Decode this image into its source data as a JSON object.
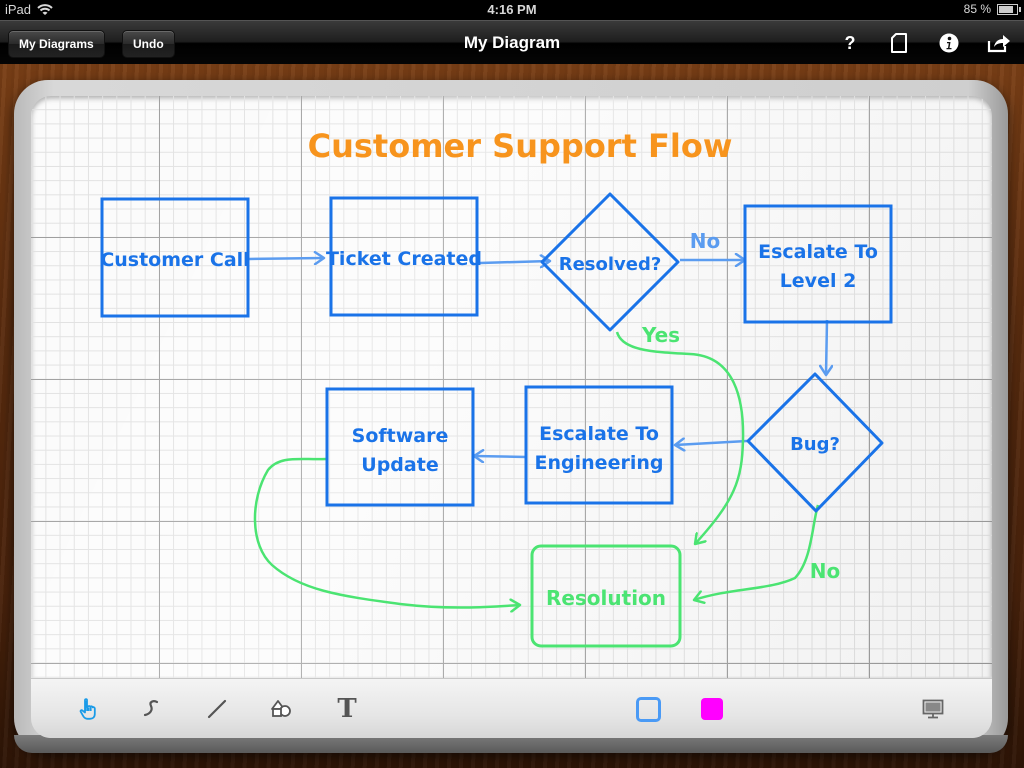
{
  "status_bar": {
    "device": "iPad",
    "time": "4:16 PM",
    "battery": "85 %",
    "battery_level": 0.85
  },
  "nav": {
    "title": "My Diagram",
    "left_buttons": [
      "My Diagrams",
      "Undo"
    ],
    "right_icons": [
      "help-icon",
      "page-icon",
      "info-icon",
      "share-icon"
    ],
    "help_glyph": "?"
  },
  "diagram": {
    "title": "Customer Support Flow",
    "colors": {
      "title": "#f7941d",
      "shape_stroke": "#1a73e8",
      "shape_text": "#1a73e8",
      "connector": "#5b9cf0",
      "resolution": "#4be472",
      "background": "#fbfbfb"
    },
    "nodes": [
      {
        "id": "customer-call",
        "type": "rectangle",
        "lines": [
          "Customer Call"
        ]
      },
      {
        "id": "ticket-created",
        "type": "rectangle",
        "lines": [
          "Ticket Created"
        ]
      },
      {
        "id": "resolved",
        "type": "diamond",
        "lines": [
          "Resolved?"
        ]
      },
      {
        "id": "escalate-level-2",
        "type": "rectangle",
        "lines": [
          "Escalate To",
          "Level 2"
        ]
      },
      {
        "id": "bug",
        "type": "diamond",
        "lines": [
          "Bug?"
        ]
      },
      {
        "id": "escalate-engineering",
        "type": "rectangle",
        "lines": [
          "Escalate To",
          "Engineering"
        ]
      },
      {
        "id": "software-update",
        "type": "rectangle",
        "lines": [
          "Software",
          "Update"
        ]
      },
      {
        "id": "resolution",
        "type": "rounded-rectangle",
        "lines": [
          "Resolution"
        ]
      }
    ],
    "edges": [
      {
        "from": "customer-call",
        "to": "ticket-created",
        "label": ""
      },
      {
        "from": "ticket-created",
        "to": "resolved",
        "label": ""
      },
      {
        "from": "resolved",
        "to": "escalate-level-2",
        "label": "No"
      },
      {
        "from": "resolved",
        "to": "resolution",
        "label": "Yes"
      },
      {
        "from": "escalate-level-2",
        "to": "bug",
        "label": ""
      },
      {
        "from": "bug",
        "to": "escalate-engineering",
        "label": ""
      },
      {
        "from": "bug",
        "to": "resolution",
        "label": "No"
      },
      {
        "from": "escalate-engineering",
        "to": "software-update",
        "label": ""
      },
      {
        "from": "software-update",
        "to": "resolution",
        "label": ""
      }
    ]
  },
  "toolbar": {
    "tools": [
      {
        "name": "hand-tool",
        "selected": true
      },
      {
        "name": "freehand-tool",
        "selected": false
      },
      {
        "name": "line-tool",
        "selected": false
      },
      {
        "name": "shape-tool",
        "selected": false
      },
      {
        "name": "text-tool",
        "selected": false,
        "glyph": "T"
      }
    ],
    "stroke_color": "#4a9af5",
    "fill_color": "#ff00ff",
    "present_button": "present-icon"
  }
}
